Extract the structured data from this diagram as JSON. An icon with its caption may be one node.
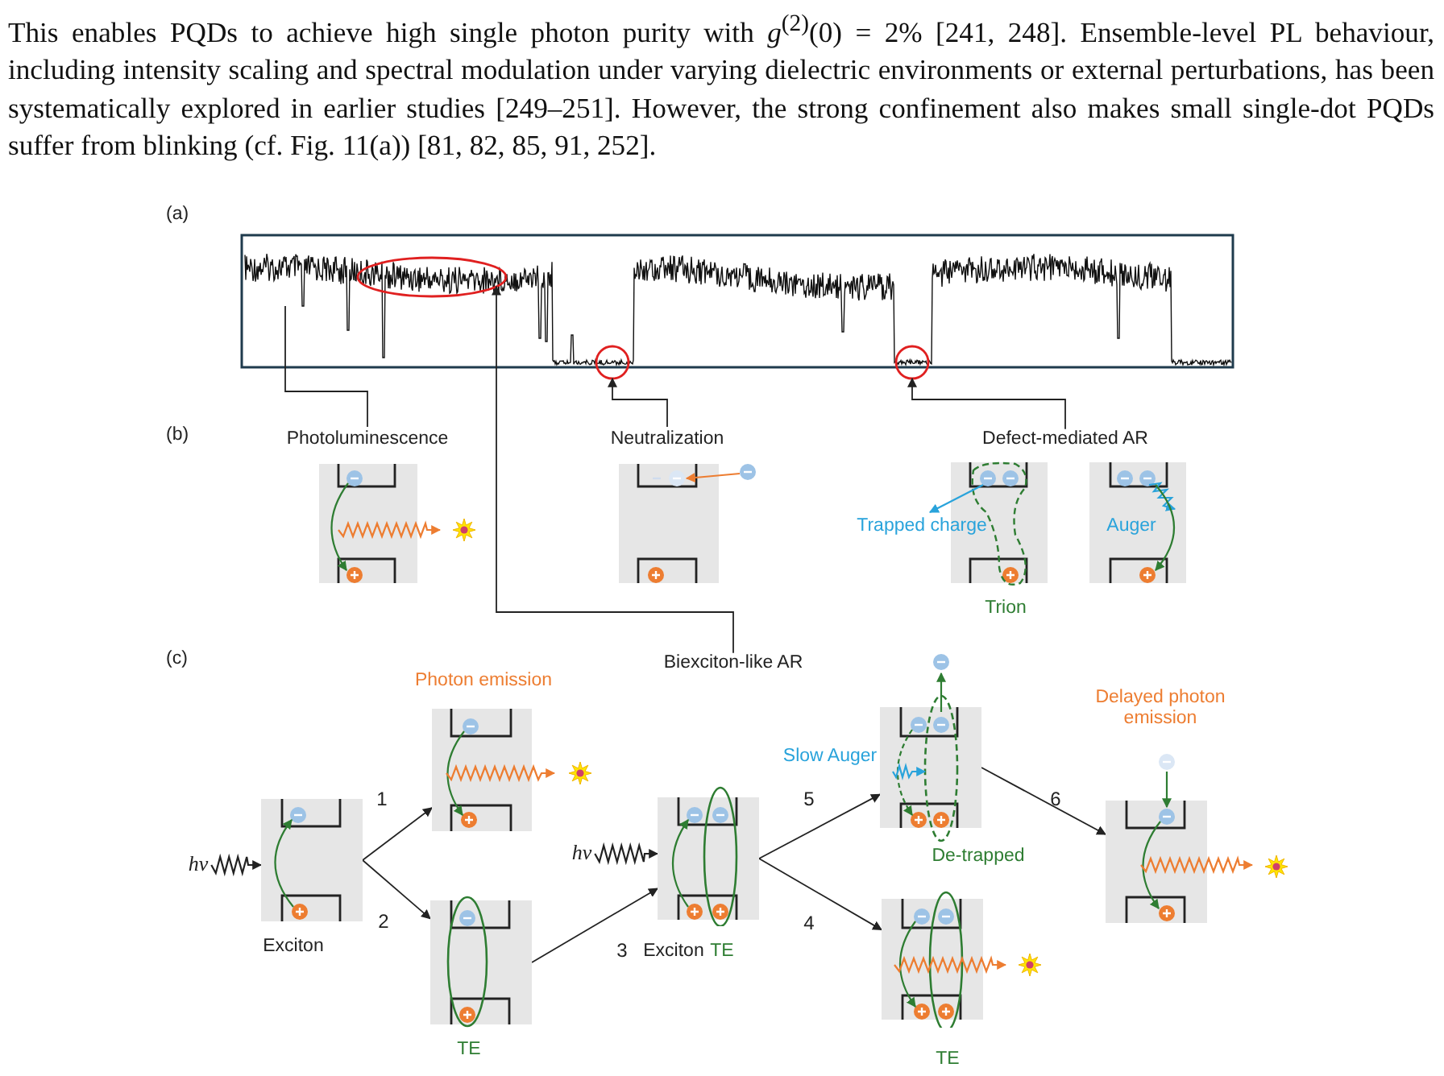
{
  "diagram": {
    "nodes": [
      {
        "text": [],
        "shape": "ellipse"
      },
      {
        "text": [],
        "shape": "circle"
      },
      {
        "text": [],
        "shape": "circle"
      },
      {
        "text": [
          "Photoluminescence"
        ]
      },
      {
        "text": [
          "Neutralization"
        ]
      },
      {
        "text": [
          "Defect-mediated AR"
        ]
      },
      {
        "text": [
          "Trapped charge",
          "Trion"
        ]
      },
      {
        "text": [
          "Auger"
        ]
      },
      {
        "text": [
          "Biexciton-like AR"
        ]
      },
      {
        "text": [
          "Exciton"
        ]
      },
      {
        "text": [
          "Photon emission"
        ]
      },
      {
        "text": [
          "TE"
        ]
      },
      {
        "text": [
          "Exciton",
          "TE"
        ]
      },
      {
        "text": [
          "Slow Auger",
          "De-trapped"
        ]
      },
      {
        "text": [
          "TE"
        ]
      },
      {
        "text": [
          "Delayed photon emission"
        ]
      },
      {
        "text": [
          "hv"
        ]
      },
      {
        "text": [
          "hv"
        ]
      }
    ],
    "edges": [
      {
        "from": 3,
        "to": null,
        "arrow": "none"
      },
      {
        "from": 4,
        "to": 1,
        "arrow": "to"
      },
      {
        "from": 5,
        "to": 2,
        "arrow": "to"
      },
      {
        "from": 8,
        "to": 0,
        "arrow": "to"
      },
      {
        "from": 9,
        "to": 10,
        "arrow": "to",
        "label": "1"
      },
      {
        "from": 9,
        "to": 11,
        "arrow": "to",
        "label": "2"
      },
      {
        "from": 11,
        "to": 12,
        "arrow": "to",
        "label": "3"
      },
      {
        "from": 12,
        "to": 13,
        "arrow": "to",
        "label": "5"
      },
      {
        "from": 12,
        "to": 14,
        "arrow": "to",
        "label": "4"
      },
      {
        "from": 13,
        "to": 15,
        "arrow": "to",
        "label": "6"
      },
      {
        "from": 16,
        "to": 9,
        "arrow": "to"
      },
      {
        "from": 17,
        "to": 12,
        "arrow": "to"
      }
    ],
    "labels": [
      "This enables PQDs to achieve high single photon purity with *g*$^{(2)}$(0) = 2% [241, 248]. Ensemble-level PL behaviour, including intensity scaling and spectral modulation under varying dielectric environments or external perturbations, has been systematically explored in earlier studies [249–251]. However, the strong confinement also makes small single-dot PQDs suffer from blinking (cf. Fig. 11(a)) [81, 82, 85, 91, 252].",
      "(a)",
      "(b)",
      "(c)"
    ]
  }
}
